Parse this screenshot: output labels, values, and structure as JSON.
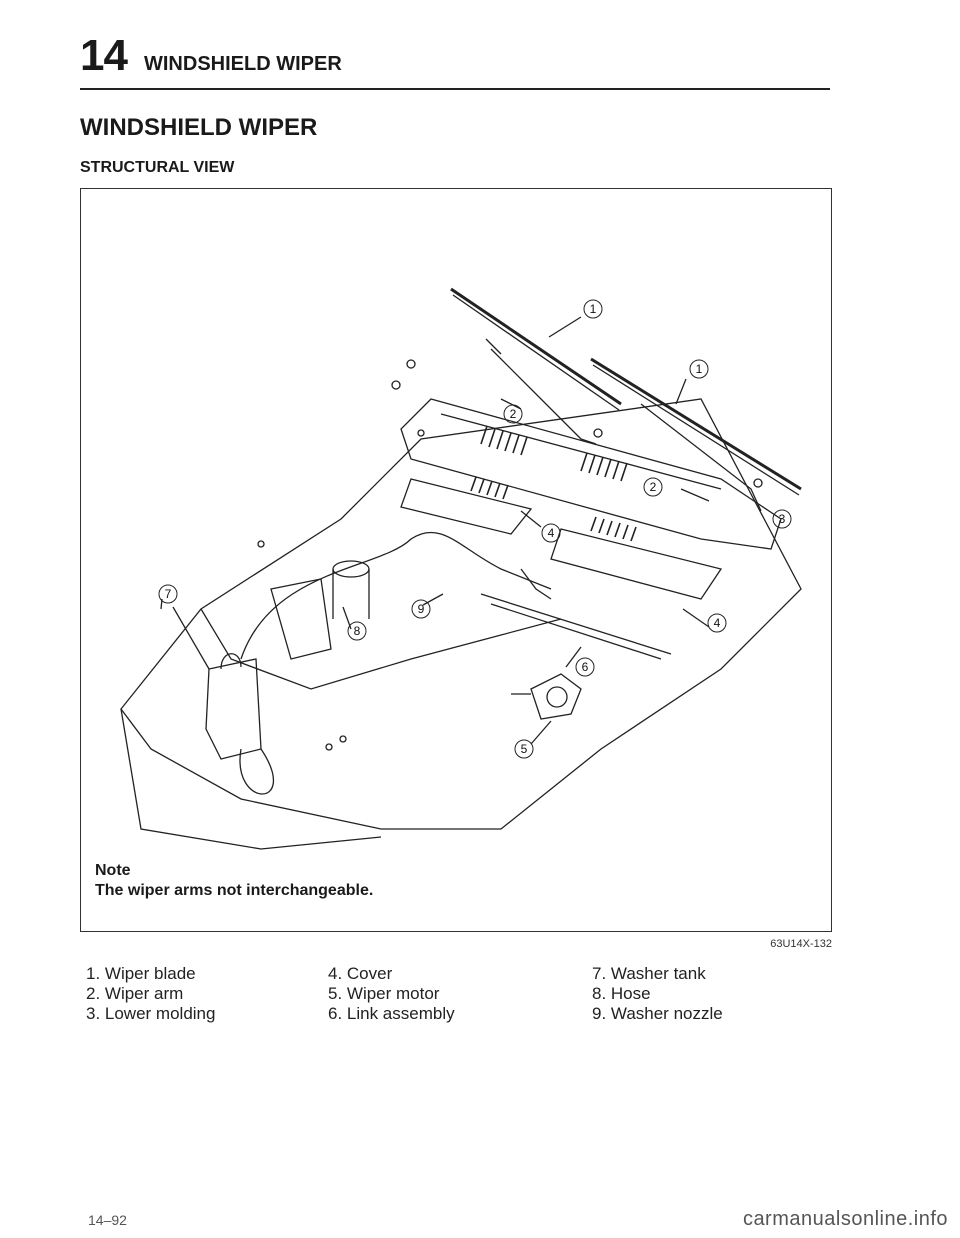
{
  "header": {
    "chapter_number": "14",
    "chapter_title": "WINDSHIELD WIPER"
  },
  "section_title": "WINDSHIELD WIPER",
  "sub_title": "STRUCTURAL VIEW",
  "figure": {
    "callouts": [
      "1",
      "1",
      "2",
      "2",
      "3",
      "4",
      "4",
      "5",
      "6",
      "7",
      "8",
      "9"
    ],
    "note_heading": "Note",
    "note_text": "The wiper arms not interchangeable.",
    "code": "63U14X-132"
  },
  "legend": {
    "col1": [
      "1. Wiper blade",
      "2. Wiper arm",
      "3. Lower molding"
    ],
    "col2": [
      "4. Cover",
      "5. Wiper motor",
      "6. Link assembly"
    ],
    "col3": [
      "7. Washer tank",
      "8. Hose",
      "9. Washer nozzle"
    ]
  },
  "page_number": "14–92",
  "watermark": "carmanualsonline.info"
}
